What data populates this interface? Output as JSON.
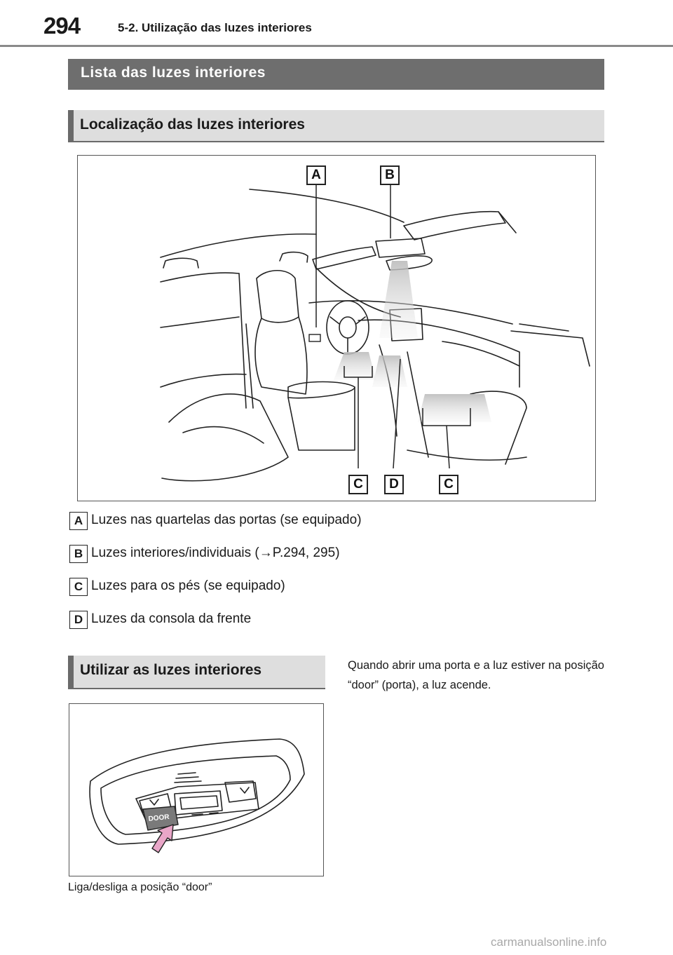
{
  "header": {
    "page_number": "294",
    "chapter": "5-2. Utilização das luzes interiores"
  },
  "section_title": "Lista das luzes interiores",
  "subsection_location": "Localização das luzes interiores",
  "figure_callouts": {
    "a": "A",
    "b": "B",
    "c_left": "C",
    "d": "D",
    "c_right": "C"
  },
  "legend": [
    {
      "key": "A",
      "text": "Luzes nas quartelas das portas (se equipado)"
    },
    {
      "key": "B",
      "text": "Luzes interiores/individuais (→P.294, 295)"
    },
    {
      "key": "C",
      "text": "Luzes para os pés (se equipado)"
    },
    {
      "key": "D",
      "text": "Luzes da consola da frente"
    }
  ],
  "subsection_use": "Utilizar as luzes interiores",
  "use_paragraph": "Quando abrir uma porta e a luz estiver na posição “door” (porta), a luz acende.",
  "switch_label": "DOOR",
  "figure_caption": "Liga/desliga a posição “door”",
  "watermark": "carmanualsonline.info",
  "colors": {
    "banner_dark": "#6e6e6e",
    "banner_light": "#dedede",
    "accent_arrow": "#e9a6c8"
  }
}
